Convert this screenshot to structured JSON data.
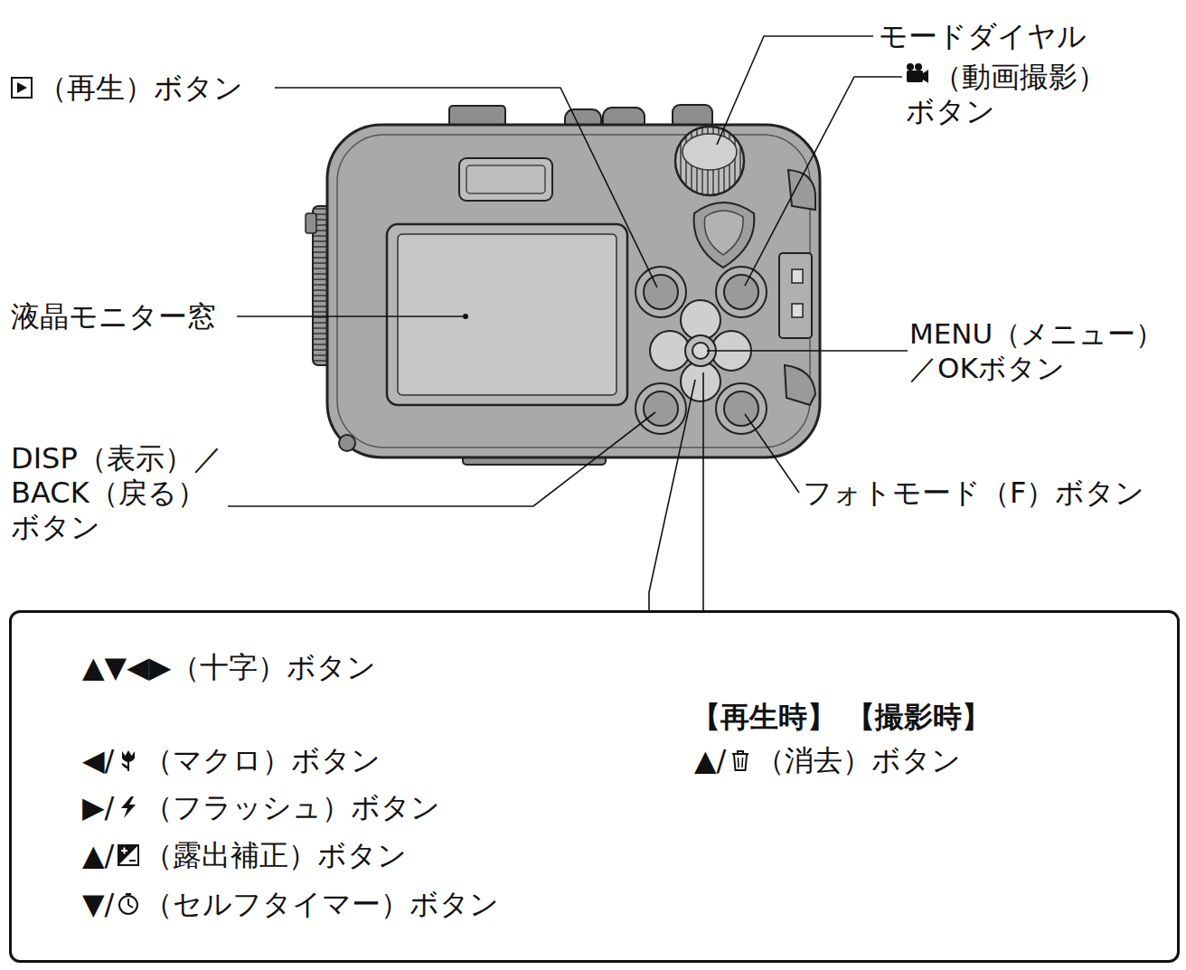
{
  "diagram": {
    "nodes": [
      {
        "text": [
          "▲▼◀▶（十字）ボタン",
          "◀/",
          "（マクロ）ボタン",
          "▶/",
          "（フラッシュ）ボタン",
          "▲/",
          "（露出補正）ボタン",
          "▼/",
          "（セルフタイマー）ボタン",
          "【再生時】 【撮影時】",
          "▲/",
          "（消去）ボタン"
        ]
      }
    ],
    "labels": [
      "（再生）ボタン",
      "モードダイヤル",
      "（動画撮影） ボタン",
      "液晶モニター窓",
      "MENU（メニュー） ／OKボタン",
      "DISP（表示）／ BACK（戻る） ボタン",
      "フォトモード（F）ボタン"
    ]
  }
}
